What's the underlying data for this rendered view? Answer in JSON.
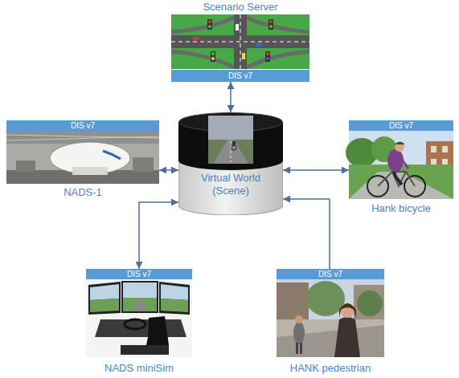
{
  "diagram": {
    "nodes": [
      {
        "text": [
          "Scenario Server"
        ]
      },
      {
        "text": [
          "DIS v7"
        ],
        "in": 0
      },
      {
        "text": [
          "NADS-1"
        ]
      },
      {
        "text": [
          "DIS v7"
        ],
        "in": 2
      },
      {
        "text": [
          "Virtual World (Scene)"
        ]
      },
      {
        "text": [
          "Hank bicycle"
        ]
      },
      {
        "text": [
          "DIS v7"
        ],
        "in": 5
      },
      {
        "text": [
          "NADS miniSim"
        ]
      },
      {
        "text": [
          "DIS v7"
        ],
        "in": 7
      },
      {
        "text": [
          "HANK pedestrian"
        ]
      },
      {
        "text": [
          "DIS v7"
        ],
        "in": 9
      }
    ],
    "edges": [
      {
        "from": 0,
        "to": 4,
        "arrow": "both"
      },
      {
        "from": 2,
        "to": 4,
        "arrow": "both"
      },
      {
        "from": 5,
        "to": 4,
        "arrow": "both"
      },
      {
        "from": 7,
        "to": 4,
        "arrow": "both"
      },
      {
        "from": 9,
        "to": 4,
        "arrow": "to"
      }
    ]
  }
}
